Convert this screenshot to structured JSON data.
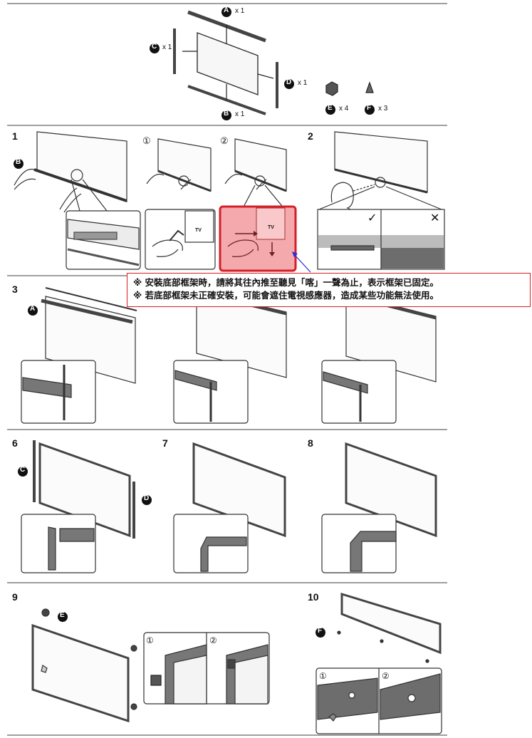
{
  "parts": {
    "A": {
      "letter": "A",
      "qty": "x 1"
    },
    "B": {
      "letter": "B",
      "qty": "x 1"
    },
    "C": {
      "letter": "C",
      "qty": "x 1"
    },
    "D": {
      "letter": "D",
      "qty": "x 1"
    },
    "E": {
      "letter": "E",
      "qty": "x 4"
    },
    "F": {
      "letter": "F",
      "qty": "x 3"
    }
  },
  "steps": [
    "1",
    "2",
    "3",
    "6",
    "7",
    "8",
    "9",
    "10"
  ],
  "substeps": [
    "①",
    "②"
  ],
  "tv_label": "TV",
  "check_mark": "✓",
  "cross_mark": "✕",
  "note": {
    "line1": "※ 安裝底部框架時，請將其往內推至聽見「喀」一聲為止，表示框架已固定。",
    "line2": "※ 若底部框架未正確安裝，可能會遮住電視感應器，造成某些功能無法使用。"
  },
  "colors": {
    "highlight": "#f4a9ad",
    "highlight_border": "#d51f26",
    "arrow": "#2a2adf",
    "frame": "#555",
    "dark_panel": "#6d6d6d"
  }
}
